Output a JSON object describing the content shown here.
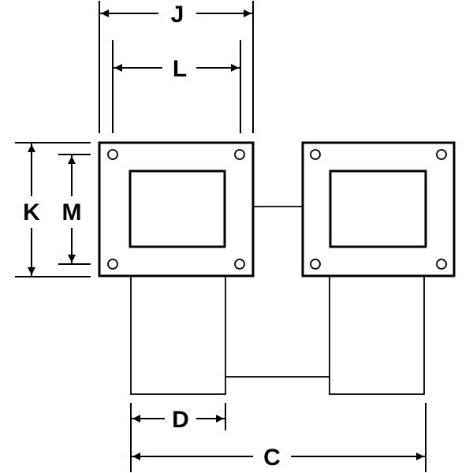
{
  "dimension_labels": {
    "J": "J",
    "L": "L",
    "K": "K",
    "M": "M",
    "D": "D",
    "C": "C"
  }
}
